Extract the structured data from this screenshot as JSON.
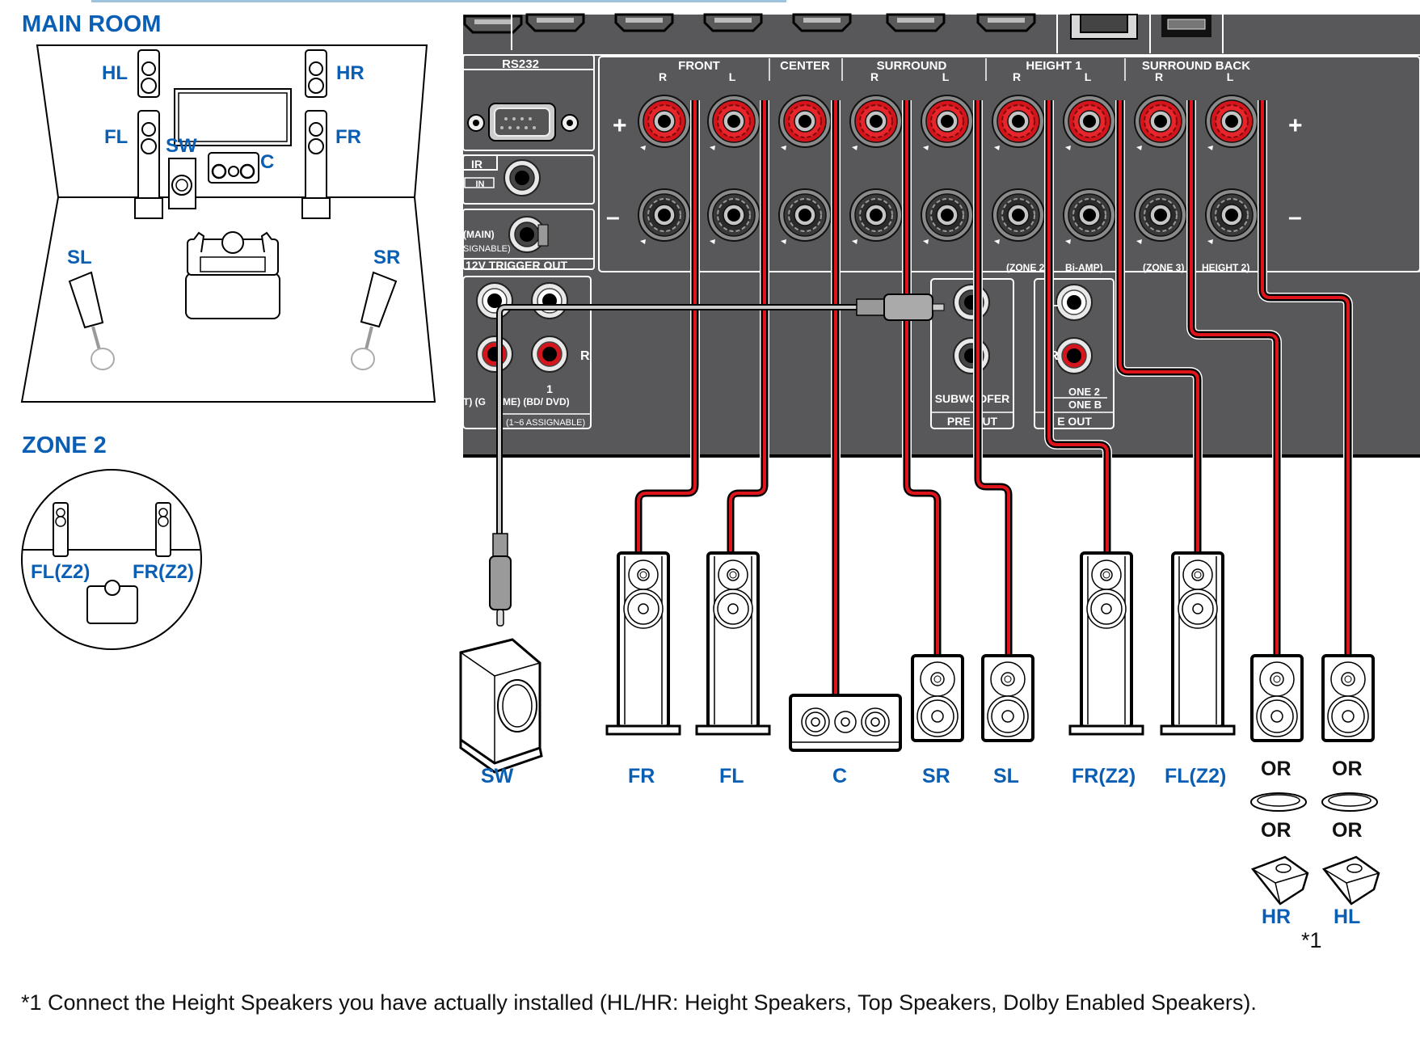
{
  "main_room": {
    "title": "MAIN ROOM",
    "labels": {
      "hl": "HL",
      "hr": "HR",
      "fl": "FL",
      "fr": "FR",
      "sw": "SW",
      "c": "C",
      "sl": "SL",
      "sr": "SR"
    }
  },
  "zone2": {
    "title": "ZONE 2",
    "labels": {
      "fl": "FL(Z2)",
      "fr": "FR(Z2)"
    }
  },
  "receiver": {
    "rs232": "RS232",
    "ir": "IR",
    "ir_in": "IN",
    "main_label": "(MAIN)",
    "assignable": "SIGNABLE)",
    "trigger": "12V TRIGGER OUT",
    "plus": "+",
    "minus": "–",
    "groups": [
      {
        "name": "FRONT",
        "channels": [
          "R",
          "L"
        ]
      },
      {
        "name": "CENTER",
        "channels": []
      },
      {
        "name": "SURROUND",
        "channels": [
          "R",
          "L"
        ]
      },
      {
        "name": "HEIGHT 1",
        "channels": [
          "R",
          "L"
        ]
      },
      {
        "name": "SURROUND BACK",
        "channels": [
          "R",
          "L"
        ]
      }
    ],
    "sub_terminal_labels": [
      "(ZONE 2)",
      "Bi-AMP)",
      "(ZONE 3)",
      "HEIGHT 2)"
    ],
    "input_labels": [
      "T) (G",
      "ME) (BD/ DVD)"
    ],
    "input_number": "1",
    "input_assign": "(1~6 ASSIGNABLE)",
    "input_r": "R",
    "subwoofer": "SUBWOOFER",
    "pre_out": "PRE OUT",
    "zone_l": "L",
    "zone_r": "R",
    "zone2_line": "ONE 2",
    "zoneb_line": "ONE B",
    "line_out": "L  E OUT"
  },
  "speakers": [
    {
      "id": "sw",
      "label": "SW"
    },
    {
      "id": "fr",
      "label": "FR"
    },
    {
      "id": "fl",
      "label": "FL"
    },
    {
      "id": "c",
      "label": "C"
    },
    {
      "id": "sr",
      "label": "SR"
    },
    {
      "id": "sl",
      "label": "SL"
    },
    {
      "id": "frz2",
      "label": "FR(Z2)"
    },
    {
      "id": "flz2",
      "label": "FL(Z2)"
    }
  ],
  "height_options": {
    "or": "OR",
    "hr": "HR",
    "hl": "HL",
    "note_marker": "*1"
  },
  "colors": {
    "panel": "#58575a",
    "cable_red": "#e0151b",
    "label_blue": "#0a5fb4"
  },
  "footnote": "*1 Connect the Height Speakers you have actually installed (HL/HR: Height Speakers, Top Speakers, Dolby Enabled Speakers)."
}
